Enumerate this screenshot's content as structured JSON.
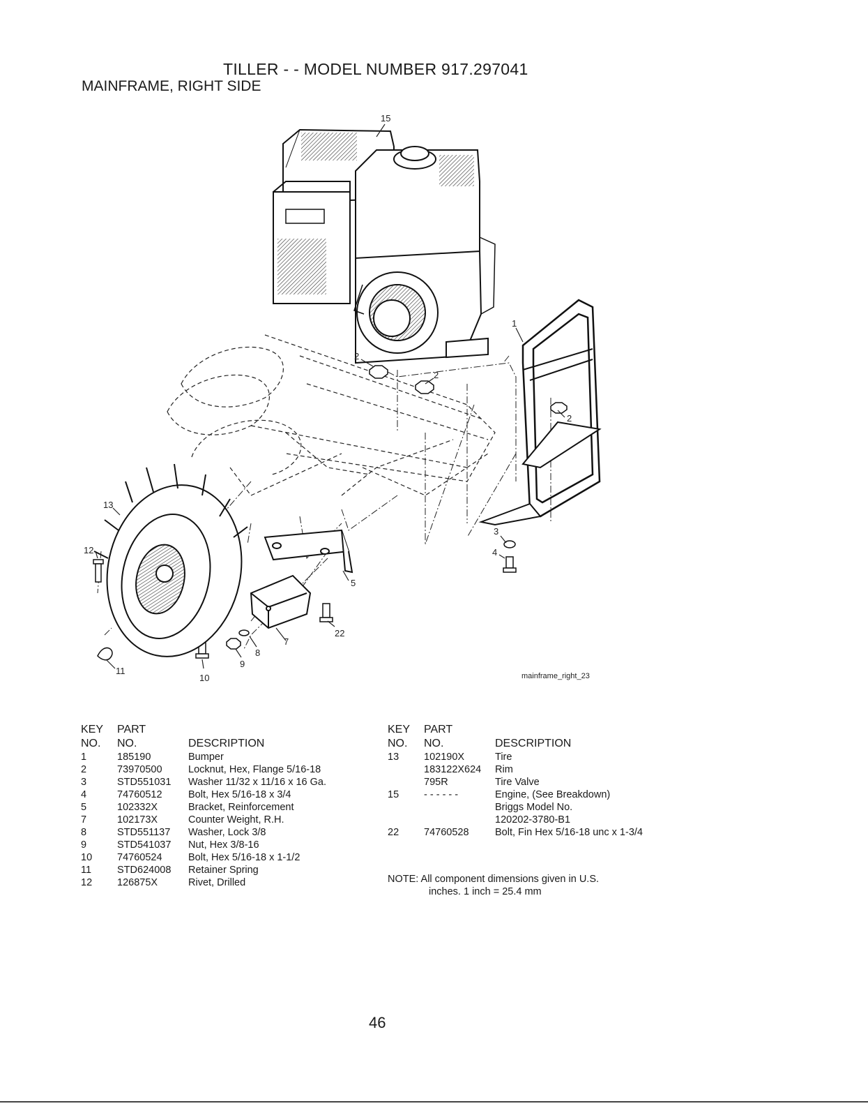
{
  "header": {
    "title": "TILLER - - MODEL NUMBER 917.297041",
    "subtitle": "MAINFRAME, RIGHT SIDE"
  },
  "diagram": {
    "callouts": [
      "15",
      "1",
      "2",
      "2",
      "2",
      "3",
      "4",
      "5",
      "7",
      "8",
      "9",
      "10",
      "11",
      "12",
      "13",
      "22"
    ],
    "figure_id": "mainframe_right_23"
  },
  "table_headers": {
    "key": "KEY",
    "no_key": "NO.",
    "part": "PART",
    "no_part": "NO.",
    "description": "DESCRIPTION"
  },
  "parts_left": [
    {
      "key": "1",
      "part": "185190",
      "desc": "Bumper"
    },
    {
      "key": "2",
      "part": "73970500",
      "desc": "Locknut, Hex, Flange 5/16-18"
    },
    {
      "key": "3",
      "part": "STD551031",
      "desc": "Washer 11/32 x 11/16 x 16 Ga."
    },
    {
      "key": "4",
      "part": "74760512",
      "desc": "Bolt, Hex 5/16-18 x 3/4"
    },
    {
      "key": "5",
      "part": "102332X",
      "desc": "Bracket, Reinforcement"
    },
    {
      "key": "7",
      "part": "102173X",
      "desc": "Counter Weight, R.H."
    },
    {
      "key": "8",
      "part": "STD551137",
      "desc": "Washer, Lock 3/8"
    },
    {
      "key": "9",
      "part": "STD541037",
      "desc": "Nut, Hex 3/8-16"
    },
    {
      "key": "10",
      "part": "74760524",
      "desc": "Bolt, Hex 5/16-18 x 1-1/2"
    },
    {
      "key": "11",
      "part": "STD624008",
      "desc": "Retainer Spring"
    },
    {
      "key": "12",
      "part": "126875X",
      "desc": "Rivet, Drilled"
    }
  ],
  "parts_right": [
    {
      "key": "13",
      "part": "102190X",
      "desc": "Tire"
    },
    {
      "key": "",
      "part": "183122X624",
      "desc": "Rim"
    },
    {
      "key": "",
      "part": "795R",
      "desc": "Tire Valve"
    },
    {
      "key": "15",
      "part": "- - - - - -",
      "desc": "Engine, (See Breakdown)"
    },
    {
      "key": "",
      "part": "",
      "desc": "Briggs Model No."
    },
    {
      "key": "",
      "part": "",
      "desc": "120202-3780-B1"
    },
    {
      "key": "22",
      "part": "74760528",
      "desc": "Bolt, Fin Hex 5/16-18 unc x 1-3/4"
    }
  ],
  "note": {
    "line1": "NOTE: All component dimensions given in U.S.",
    "line2": "inches. 1 inch = 25.4 mm"
  },
  "page_number": "46"
}
